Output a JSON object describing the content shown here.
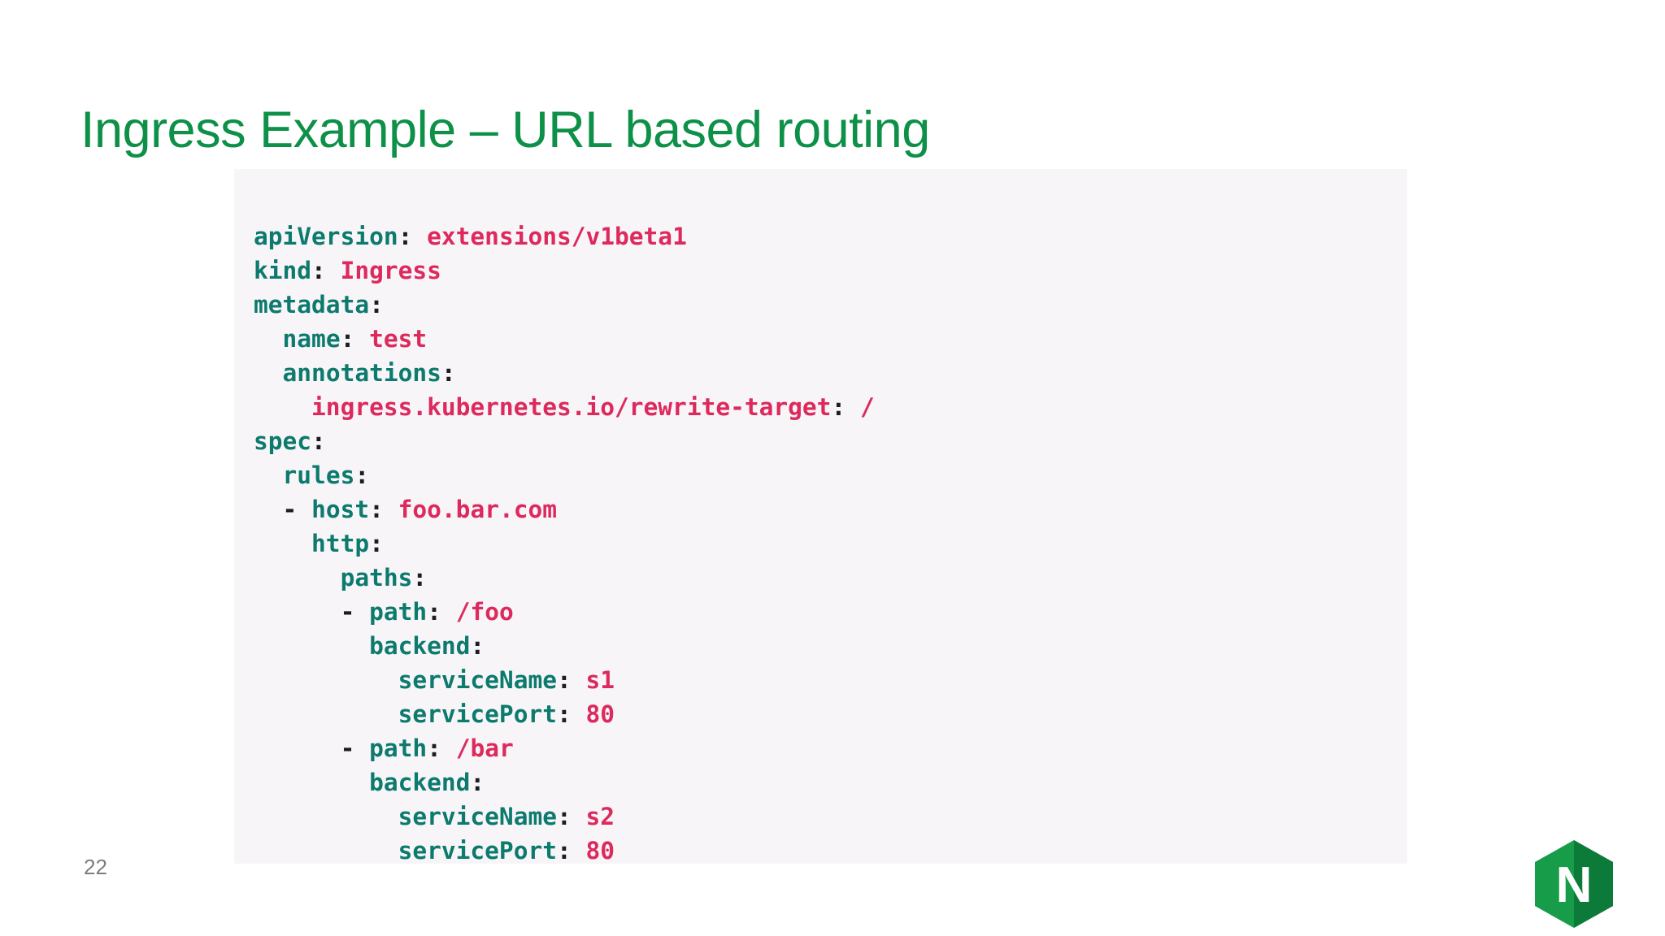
{
  "slide": {
    "title": "Ingress Example – URL based routing",
    "page_number": "22",
    "title_color": "#0d9048",
    "background_color": "#ffffff"
  },
  "code_block": {
    "background_color": "#f7f5f8",
    "language": "yaml",
    "key_color": "#0d7a6e",
    "value_color": "#dd2a5d",
    "punct_color": "#1c1c22",
    "raw_text": "apiVersion: extensions/v1beta1\nkind: Ingress\nmetadata:\n  name: test\n  annotations:\n    ingress.kubernetes.io/rewrite-target: /\nspec:\n  rules:\n  - host: foo.bar.com\n    http:\n      paths:\n      - path: /foo\n        backend:\n          serviceName: s1\n          servicePort: 80\n      - path: /bar\n        backend:\n          serviceName: s2\n          servicePort: 80",
    "lines": [
      {
        "indent": 0,
        "dash": false,
        "key": "apiVersion",
        "colon": ":",
        "value": "extensions/v1beta1",
        "key_style": "key"
      },
      {
        "indent": 0,
        "dash": false,
        "key": "kind",
        "colon": ":",
        "value": "Ingress",
        "key_style": "key"
      },
      {
        "indent": 0,
        "dash": false,
        "key": "metadata",
        "colon": ":",
        "value": "",
        "key_style": "key"
      },
      {
        "indent": 2,
        "dash": false,
        "key": "name",
        "colon": ":",
        "value": "test",
        "key_style": "key"
      },
      {
        "indent": 2,
        "dash": false,
        "key": "annotations",
        "colon": ":",
        "value": "",
        "key_style": "key"
      },
      {
        "indent": 4,
        "dash": false,
        "key": "ingress.kubernetes.io/rewrite-target",
        "colon": ":",
        "value": "/",
        "key_style": "value"
      },
      {
        "indent": 0,
        "dash": false,
        "key": "spec",
        "colon": ":",
        "value": "",
        "key_style": "key"
      },
      {
        "indent": 2,
        "dash": false,
        "key": "rules",
        "colon": ":",
        "value": "",
        "key_style": "key"
      },
      {
        "indent": 2,
        "dash": true,
        "key": "host",
        "colon": ":",
        "value": "foo.bar.com",
        "key_style": "key"
      },
      {
        "indent": 4,
        "dash": false,
        "key": "http",
        "colon": ":",
        "value": "",
        "key_style": "key"
      },
      {
        "indent": 6,
        "dash": false,
        "key": "paths",
        "colon": ":",
        "value": "",
        "key_style": "key"
      },
      {
        "indent": 6,
        "dash": true,
        "key": "path",
        "colon": ":",
        "value": "/foo",
        "key_style": "key"
      },
      {
        "indent": 8,
        "dash": false,
        "key": "backend",
        "colon": ":",
        "value": "",
        "key_style": "key"
      },
      {
        "indent": 10,
        "dash": false,
        "key": "serviceName",
        "colon": ":",
        "value": "s1",
        "key_style": "key"
      },
      {
        "indent": 10,
        "dash": false,
        "key": "servicePort",
        "colon": ":",
        "value": "80",
        "key_style": "key"
      },
      {
        "indent": 6,
        "dash": true,
        "key": "path",
        "colon": ":",
        "value": "/bar",
        "key_style": "key"
      },
      {
        "indent": 8,
        "dash": false,
        "key": "backend",
        "colon": ":",
        "value": "",
        "key_style": "key"
      },
      {
        "indent": 10,
        "dash": false,
        "key": "serviceName",
        "colon": ":",
        "value": "s2",
        "key_style": "key"
      },
      {
        "indent": 10,
        "dash": false,
        "key": "servicePort",
        "colon": ":",
        "value": "80",
        "key_style": "key"
      }
    ]
  },
  "logo": {
    "name": "nginx-logo",
    "letter": "N",
    "hex_light": "#179c4a",
    "hex_dark": "#0c7a38",
    "letter_color": "#ffffff"
  }
}
